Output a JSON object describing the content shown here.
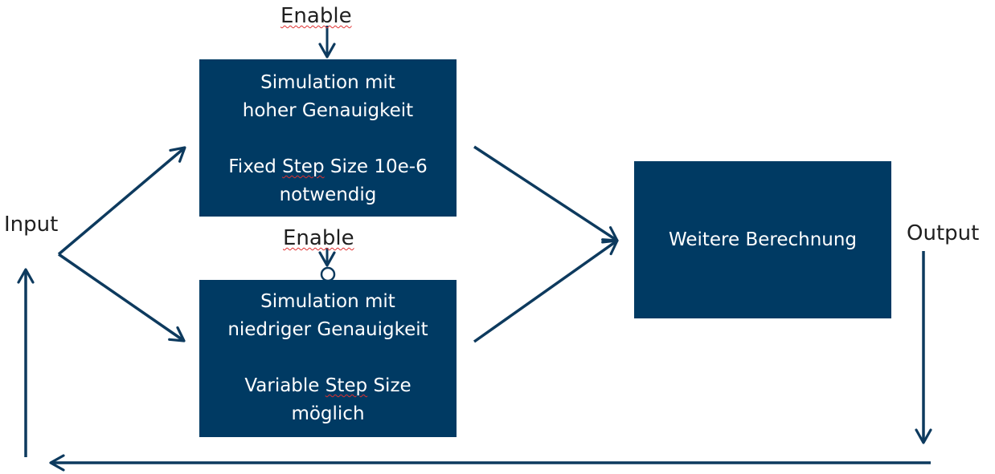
{
  "colors": {
    "box_fill": "#003a63",
    "box_text": "#ffffff",
    "arrow": "#0d3a5e",
    "label_text": "#1f1f1f",
    "spellcheck_underline": "#e03030"
  },
  "labels": {
    "enable_top": "Enable",
    "enable_bottom": "Enable",
    "input": "Input",
    "output": "Output"
  },
  "box_high_accuracy": {
    "line1": "Simulation mit",
    "line2": "hoher Genauigkeit",
    "line3_pre": "Fixed ",
    "line3_step": "Step",
    "line3_post": " Size 10e-6",
    "line4": "notwendig"
  },
  "box_low_accuracy": {
    "line1": "Simulation mit",
    "line2": "niedriger Genauigkeit",
    "line3_pre": "Variable ",
    "line3_step": "Step",
    "line3_post": " Size",
    "line4": "möglich"
  },
  "box_further_calc": {
    "label": "Weitere Berechnung"
  }
}
